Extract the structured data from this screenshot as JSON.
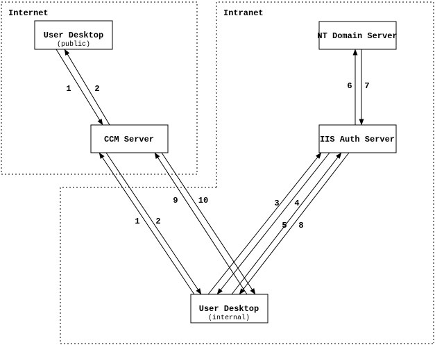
{
  "diagram": {
    "background_color": "#ffffff",
    "line_color": "#000000",
    "regions": {
      "internet": {
        "label": "Internet"
      },
      "intranet": {
        "label": "Intranet"
      }
    },
    "nodes": {
      "user_desktop_public": {
        "title": "User Desktop",
        "subtitle": "(public)"
      },
      "ccm_server": {
        "title": "CCM Server"
      },
      "nt_domain_server": {
        "title": "NT Domain Server"
      },
      "iis_auth_server": {
        "title": "IIS Auth Server"
      },
      "user_desktop_internal": {
        "title": "User Desktop",
        "subtitle": "(internal)"
      }
    },
    "flows": {
      "public_desktop_to_ccm": {
        "label": "1",
        "from": "user_desktop_public",
        "to": "ccm_server"
      },
      "ccm_to_public_desktop": {
        "label": "2",
        "from": "ccm_server",
        "to": "user_desktop_public"
      },
      "internal_desktop_to_ccm_1": {
        "label": "1",
        "from": "user_desktop_internal",
        "to": "ccm_server"
      },
      "ccm_to_internal_desktop_2": {
        "label": "2",
        "from": "ccm_server",
        "to": "user_desktop_internal"
      },
      "internal_desktop_to_iis_3": {
        "label": "3",
        "from": "user_desktop_internal",
        "to": "iis_auth_server"
      },
      "iis_to_internal_desktop_4": {
        "label": "4",
        "from": "iis_auth_server",
        "to": "user_desktop_internal"
      },
      "internal_desktop_to_iis_5": {
        "label": "5",
        "from": "user_desktop_internal",
        "to": "iis_auth_server"
      },
      "iis_to_nt_domain_6": {
        "label": "6",
        "from": "iis_auth_server",
        "to": "nt_domain_server"
      },
      "nt_domain_to_iis_7": {
        "label": "7",
        "from": "nt_domain_server",
        "to": "iis_auth_server"
      },
      "iis_to_internal_desktop_8": {
        "label": "8",
        "from": "iis_auth_server",
        "to": "user_desktop_internal"
      },
      "internal_desktop_to_ccm_9": {
        "label": "9",
        "from": "user_desktop_internal",
        "to": "ccm_server"
      },
      "ccm_to_internal_desktop_10": {
        "label": "10",
        "from": "ccm_server",
        "to": "user_desktop_internal"
      }
    }
  }
}
